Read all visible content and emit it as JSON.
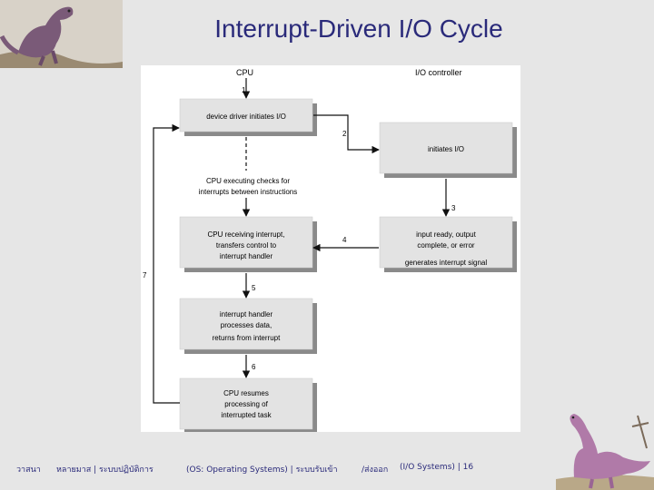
{
  "title": "Interrupt-Driven I/O Cycle",
  "diagram": {
    "col_cpu": "CPU",
    "col_io": "I/O controller",
    "steps": [
      "1",
      "2",
      "3",
      "4",
      "5",
      "6",
      "7"
    ],
    "boxes": {
      "driver": [
        "device driver initiates I/O"
      ],
      "initiates": [
        "initiates I/O"
      ],
      "checks": [
        "CPU executing checks for",
        "interrupts between instructions"
      ],
      "receiving": [
        "CPU receiving interrupt,",
        "transfers control to",
        "interrupt handler"
      ],
      "ready": [
        "input ready, output",
        "complete, or error",
        "generates interrupt signal"
      ],
      "handler": [
        "interrupt handler",
        "processes data,",
        "returns from interrupt"
      ],
      "resumes": [
        "CPU resumes",
        "processing of",
        "interrupted task"
      ]
    }
  },
  "footer": {
    "author": "วาสนา",
    "course": "หลายมาส | ระบบปฏิบัติการ",
    "subject": "(OS: Operating Systems) | ระบบรับเข้า",
    "chapter": "/ส่งออก",
    "topic_page": "(I/O Systems) | 16"
  },
  "colors": {
    "title": "#2a2a7a",
    "box": "#e3e3e3",
    "shadow": "#8a8a8a",
    "background": "#e6e6e6"
  }
}
